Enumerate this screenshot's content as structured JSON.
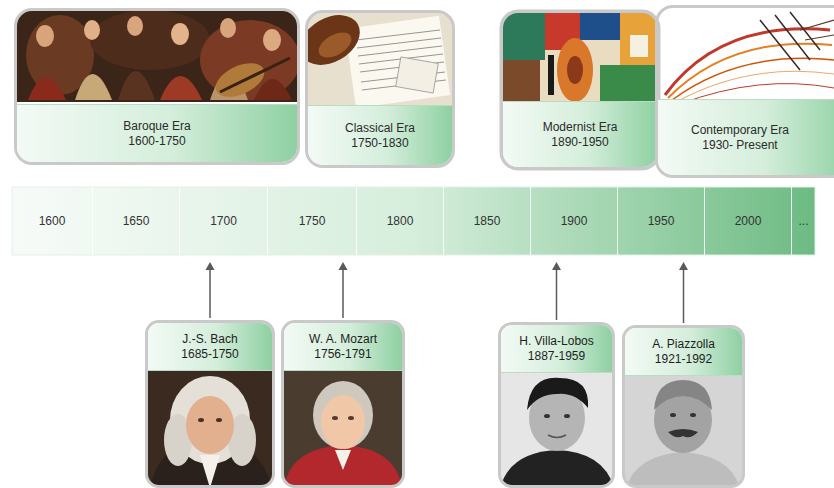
{
  "diagram": {
    "nodes": [
      {
        "text": [
          "Baroque Era",
          "1600-1750"
        ]
      },
      {
        "text": [
          "Classical Era",
          "1750-1830"
        ]
      },
      {
        "text": [
          "Modernist Era",
          "1890-1950"
        ]
      },
      {
        "text": [
          "Contemporary Era",
          "1930- Present"
        ]
      },
      {
        "text": [
          "1600"
        ]
      },
      {
        "text": [
          "1650"
        ]
      },
      {
        "text": [
          "1700"
        ]
      },
      {
        "text": [
          "1750"
        ]
      },
      {
        "text": [
          "1800"
        ]
      },
      {
        "text": [
          "1850"
        ]
      },
      {
        "text": [
          "1900"
        ]
      },
      {
        "text": [
          "1950"
        ]
      },
      {
        "text": [
          "2000"
        ]
      },
      {
        "text": [
          "..."
        ]
      },
      {
        "text": [
          "J.-S. Bach",
          "1685-1750"
        ]
      },
      {
        "text": [
          "W. A. Mozart",
          "1756-1791"
        ]
      },
      {
        "text": [
          "H. Villa-Lobos",
          "1887-1959"
        ]
      },
      {
        "text": [
          "A. Piazzolla",
          "1921-1992"
        ]
      }
    ],
    "edges": [
      {
        "from": 14,
        "to": 6,
        "arrow": "to"
      },
      {
        "from": 15,
        "to": 7,
        "arrow": "to"
      },
      {
        "from": 16,
        "to": 10,
        "arrow": "to"
      },
      {
        "from": 17,
        "to": 11,
        "arrow": "to"
      }
    ]
  }
}
